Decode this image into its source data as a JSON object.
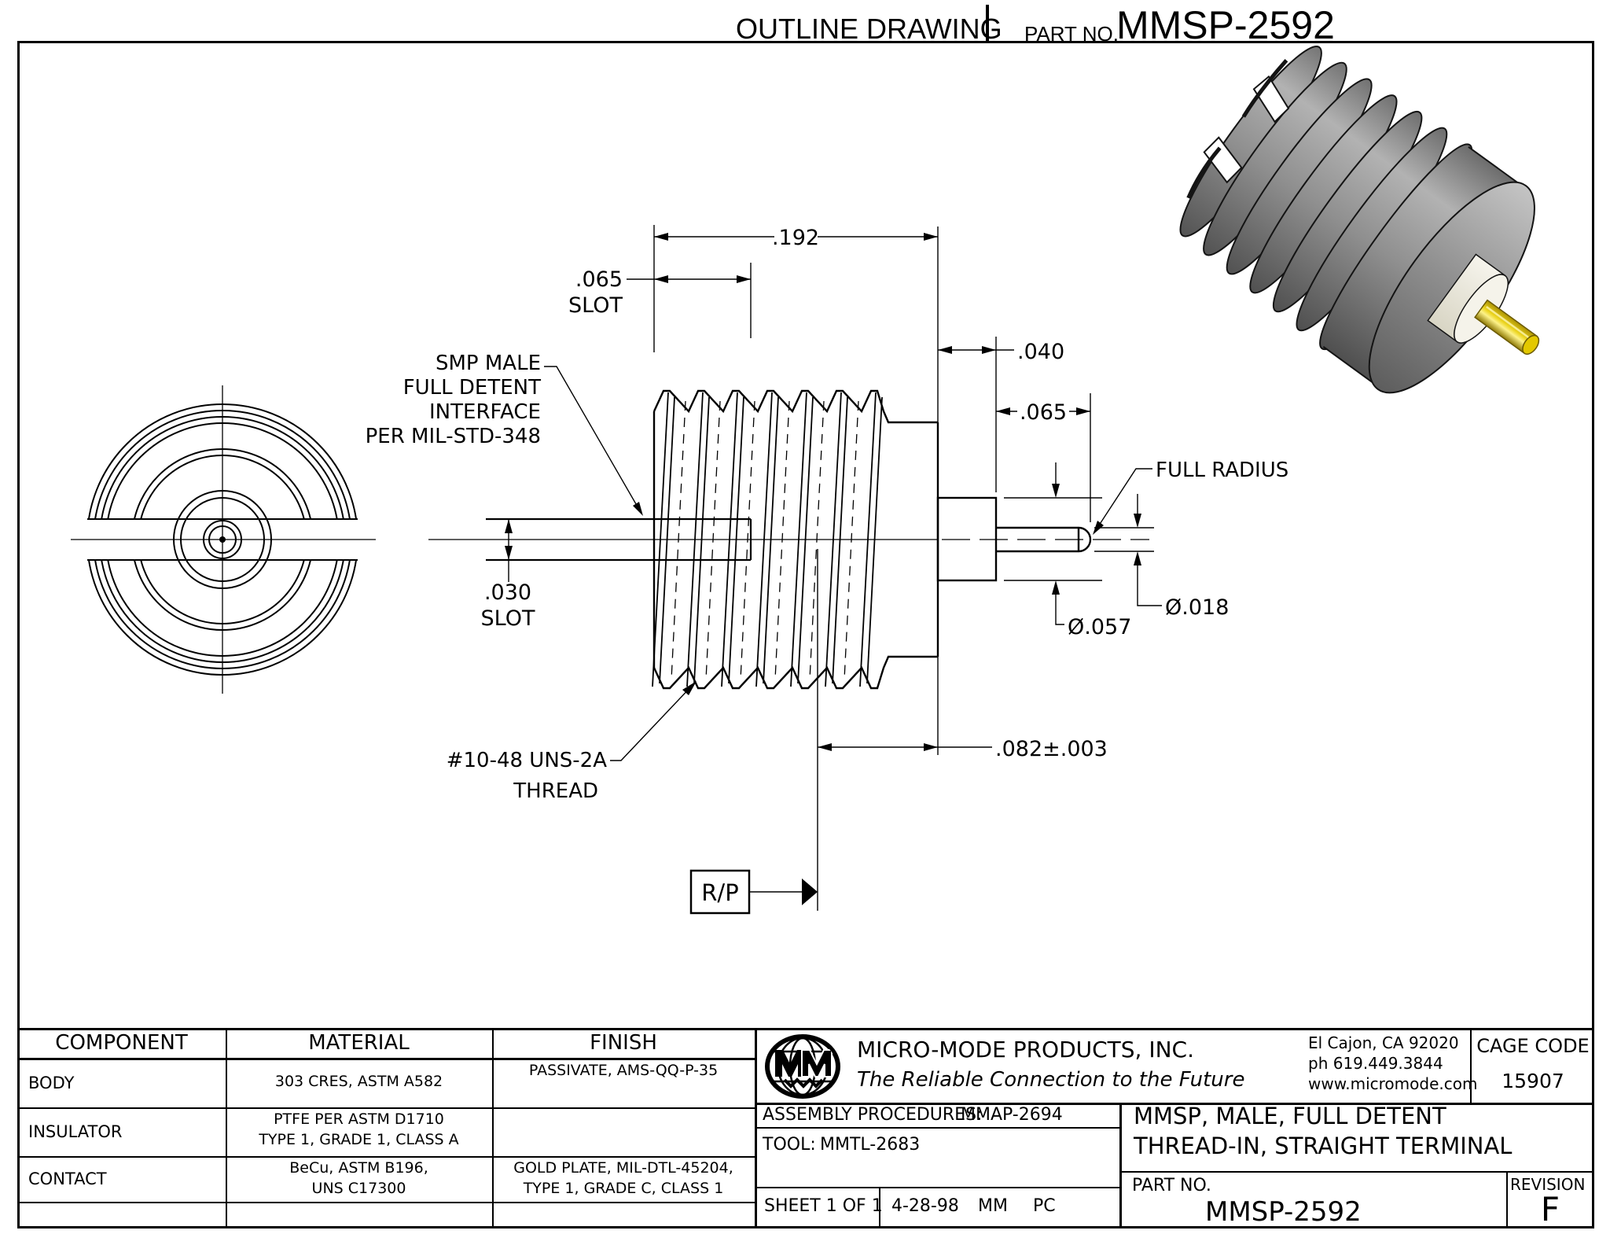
{
  "header": {
    "doc_type": "OUTLINE DRAWING",
    "part_label": "PART NO.",
    "part_number": "MMSP-2592"
  },
  "drawing": {
    "dims": {
      "d192": ".192",
      "d065_slot_val": ".065",
      "d065_slot_word": "SLOT",
      "d030_val": ".030",
      "d030_word": "SLOT",
      "d040": ".040",
      "d065": ".065",
      "d082": ".082±.003",
      "dia057": "Ø.057",
      "dia018": "Ø.018",
      "full_radius": "FULL RADIUS",
      "rp_flag": "R/P"
    },
    "notes": {
      "smp1": "SMP MALE",
      "smp2": "FULL DETENT",
      "smp3": "INTERFACE",
      "smp4": "PER MIL-STD-348",
      "thread1": "#10-48 UNS-2A",
      "thread2": "THREAD"
    }
  },
  "materials_table": {
    "headers": [
      "COMPONENT",
      "MATERIAL",
      "FINISH"
    ],
    "rows": [
      {
        "component": "BODY",
        "material1": "303 CRES, ASTM A582",
        "material2": "",
        "finish1": "PASSIVATE, AMS-QQ-P-35",
        "finish2": ""
      },
      {
        "component": "INSULATOR",
        "material1": "PTFE PER ASTM D1710",
        "material2": "TYPE 1, GRADE 1, CLASS A",
        "finish1": "",
        "finish2": ""
      },
      {
        "component": "CONTACT",
        "material1": "BeCu, ASTM B196,",
        "material2": "UNS C17300",
        "finish1": "GOLD PLATE, MIL-DTL-45204,",
        "finish2": "TYPE 1, GRADE C, CLASS 1"
      },
      {
        "component": "",
        "material1": "",
        "material2": "",
        "finish1": "",
        "finish2": ""
      }
    ]
  },
  "company": {
    "name": "MICRO-MODE PRODUCTS, INC.",
    "tagline": "The Reliable Connection to the Future",
    "address1": "El Cajon, CA 92020",
    "address2": "ph 619.449.3844",
    "address3": "www.micromode.com",
    "cage_label": "CAGE CODE",
    "cage_code": "15907"
  },
  "procedures": {
    "assembly_label": "ASSEMBLY PROCEDURES:",
    "assembly_value": "MMAP-2694",
    "tool_label": "TOOL:",
    "tool_value": "MMTL-2683",
    "sheet": "SHEET 1 OF 1",
    "date": "4-28-98",
    "units": "MM",
    "initials": "PC"
  },
  "title_block": {
    "title1": "MMSP, MALE, FULL DETENT",
    "title2": "THREAD-IN, STRAIGHT TERMINAL",
    "part_label": "PART NO.",
    "part_number": "MMSP-2592",
    "revision_label": "REVISION",
    "revision": "F"
  },
  "colors": {
    "ink": "#000000",
    "paper": "#ffffff",
    "pin_gold": "#d8bc10",
    "body_gray": "#8f8f8f",
    "insulator_white": "#efede2"
  }
}
